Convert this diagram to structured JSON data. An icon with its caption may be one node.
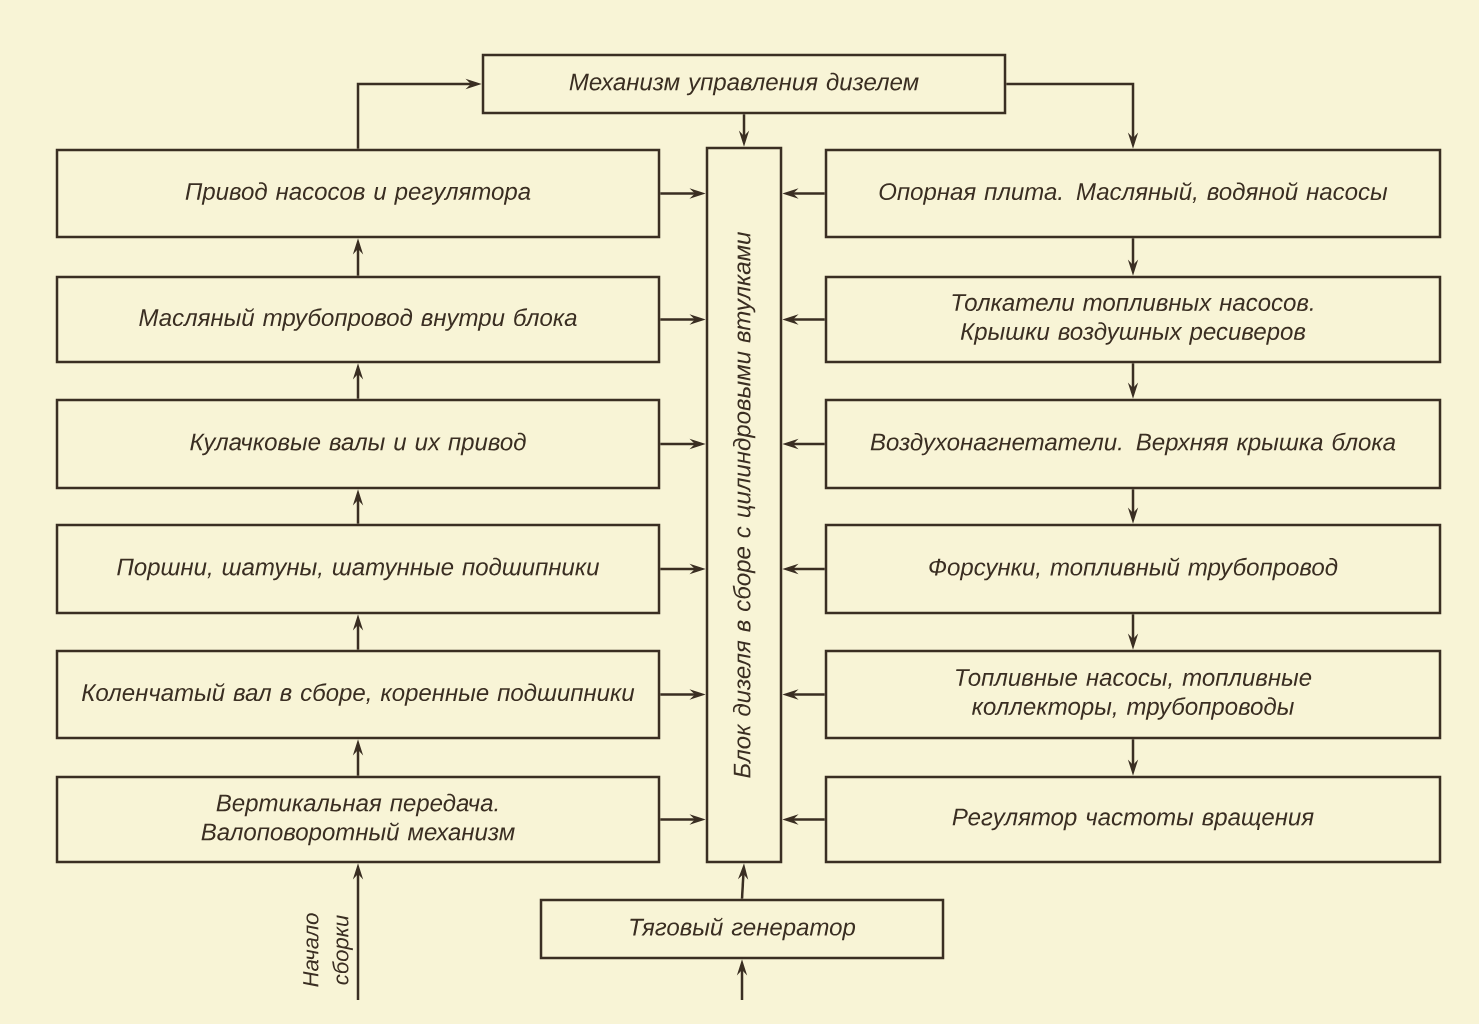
{
  "diagram": {
    "nodes": [
      {
        "text": [
          "Механизм управления дизелем"
        ]
      },
      {
        "text": [
          "Привод насосов и регулятора"
        ]
      },
      {
        "text": [
          "Масляный трубопровод внутри блока"
        ]
      },
      {
        "text": [
          "Кулачковые валы и их привод"
        ]
      },
      {
        "text": [
          "Поршни, шатуны, шатунные подшипники"
        ]
      },
      {
        "text": [
          "Коленчатый вал в сборе, коренные подшипники"
        ]
      },
      {
        "text": [
          "Вертикальная передача. Валоповоротный механизм"
        ]
      },
      {
        "text": [
          "Блок дизеля в сборе с цилиндровыми втулками"
        ]
      },
      {
        "text": [
          "Опорная плита. Масляный, водяной насосы"
        ]
      },
      {
        "text": [
          "Толкатели топливных насосов. Крышки воздушных ресиверов"
        ]
      },
      {
        "text": [
          "Воздухонагнетатели. Верхняя крышка блока"
        ]
      },
      {
        "text": [
          "Форсунки, топливный трубопровод"
        ]
      },
      {
        "text": [
          "Топливные насосы, топливные коллекторы, трубопроводы"
        ]
      },
      {
        "text": [
          "Регулятор частоты вращения"
        ]
      },
      {
        "text": [
          "Тяговый генератор"
        ]
      }
    ],
    "edges": [
      {
        "from": 1,
        "to": 0,
        "arrow": "to"
      },
      {
        "from": 0,
        "to": 7,
        "arrow": "to"
      },
      {
        "from": 0,
        "to": 8,
        "arrow": "to"
      },
      {
        "from": null,
        "to": 6,
        "arrow": "to",
        "label": "Начало сборки"
      },
      {
        "from": 6,
        "to": 5,
        "arrow": "to"
      },
      {
        "from": 5,
        "to": 4,
        "arrow": "to"
      },
      {
        "from": 4,
        "to": 3,
        "arrow": "to"
      },
      {
        "from": 3,
        "to": 2,
        "arrow": "to"
      },
      {
        "from": 2,
        "to": 1,
        "arrow": "to"
      },
      {
        "from": 1,
        "to": 7,
        "arrow": "to"
      },
      {
        "from": 2,
        "to": 7,
        "arrow": "to"
      },
      {
        "from": 3,
        "to": 7,
        "arrow": "to"
      },
      {
        "from": 4,
        "to": 7,
        "arrow": "to"
      },
      {
        "from": 5,
        "to": 7,
        "arrow": "to"
      },
      {
        "from": 6,
        "to": 7,
        "arrow": "to"
      },
      {
        "from": 8,
        "to": 7,
        "arrow": "to"
      },
      {
        "from": 9,
        "to": 7,
        "arrow": "to"
      },
      {
        "from": 10,
        "to": 7,
        "arrow": "to"
      },
      {
        "from": 11,
        "to": 7,
        "arrow": "to"
      },
      {
        "from": 12,
        "to": 7,
        "arrow": "to"
      },
      {
        "from": 13,
        "to": 7,
        "arrow": "to"
      },
      {
        "from": 8,
        "to": 9,
        "arrow": "to"
      },
      {
        "from": 9,
        "to": 10,
        "arrow": "to"
      },
      {
        "from": 10,
        "to": 11,
        "arrow": "to"
      },
      {
        "from": 11,
        "to": 12,
        "arrow": "to"
      },
      {
        "from": 12,
        "to": 13,
        "arrow": "to"
      },
      {
        "from": 14,
        "to": 7,
        "arrow": "to"
      },
      {
        "from": null,
        "to": 14,
        "arrow": "to"
      }
    ]
  }
}
